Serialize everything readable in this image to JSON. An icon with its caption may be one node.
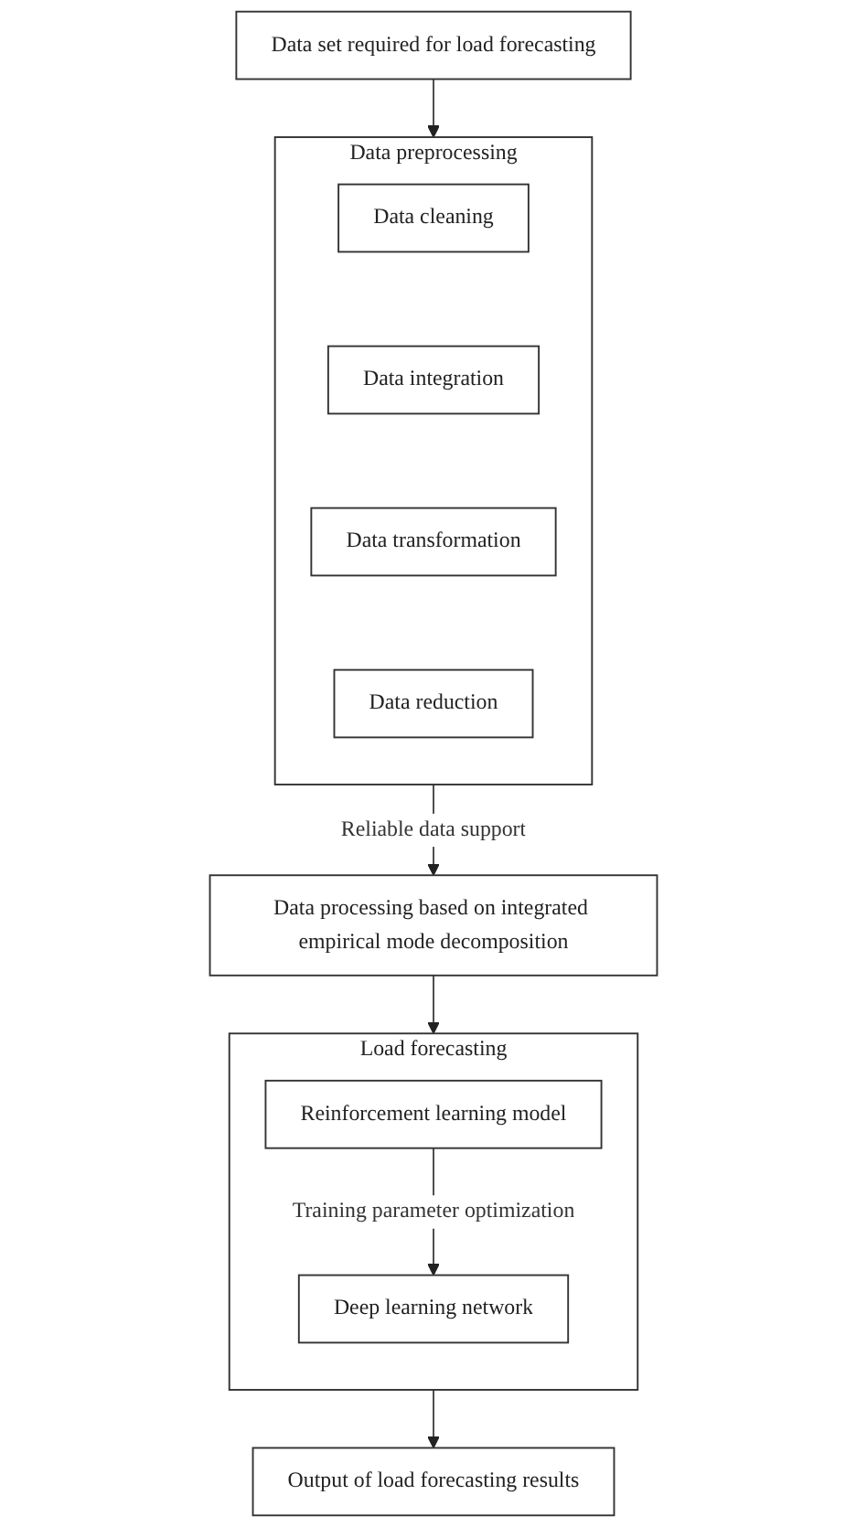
{
  "diagram": {
    "nodes": [
      {
        "text": [
          "Data set required for load forecasting"
        ]
      },
      {
        "text": [
          "Data preprocessing"
        ]
      },
      {
        "text": [
          "Data cleaning"
        ],
        "in": 1
      },
      {
        "text": [
          "Data integration"
        ],
        "in": 1
      },
      {
        "text": [
          "Data transformation"
        ],
        "in": 1
      },
      {
        "text": [
          "Data reduction"
        ],
        "in": 1
      },
      {
        "text": [
          "Data processing based on integrated empirical mode decomposition"
        ]
      },
      {
        "text": [
          "Load forecasting"
        ]
      },
      {
        "text": [
          "Reinforcement learning model"
        ],
        "in": 7
      },
      {
        "text": [
          "Deep learning network"
        ],
        "in": 7
      },
      {
        "text": [
          "Output of load forecasting results"
        ]
      }
    ],
    "edges": [
      {
        "from": 0,
        "to": 1,
        "arrow": "to"
      },
      {
        "from": 1,
        "to": 6,
        "arrow": "to",
        "label": "Reliable data support"
      },
      {
        "from": 6,
        "to": 7,
        "arrow": "to"
      },
      {
        "from": 8,
        "to": 9,
        "arrow": "to",
        "label": "Training parameter optimization"
      },
      {
        "from": 7,
        "to": 10,
        "arrow": "to"
      }
    ]
  }
}
